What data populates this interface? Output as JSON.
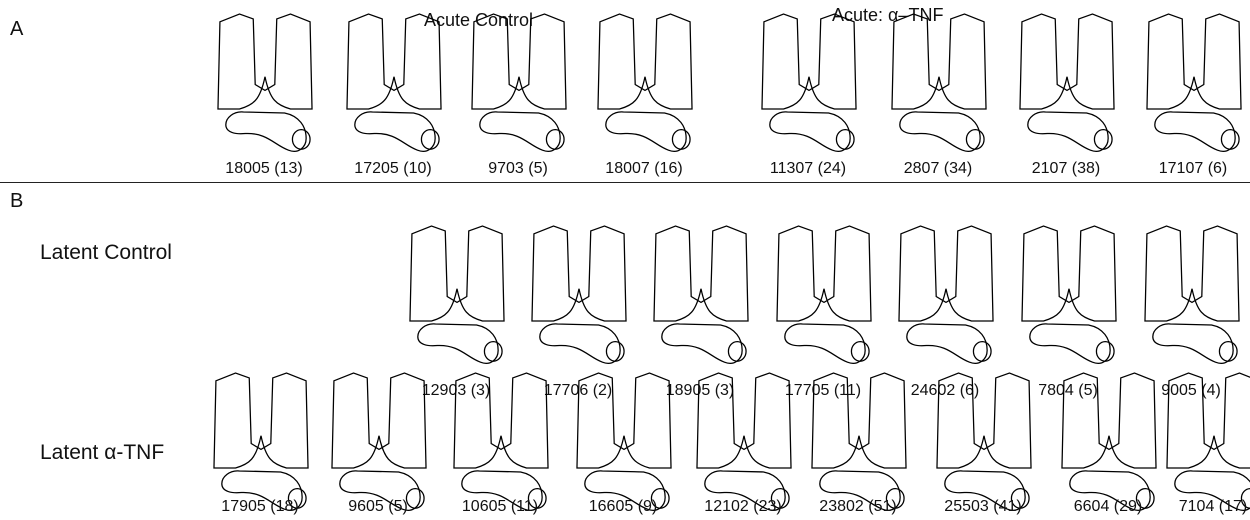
{
  "panel_a": {
    "letter": "A",
    "groups": [
      {
        "title": "Acute Control"
      },
      {
        "title": "Acute: α–TNF"
      }
    ],
    "specimens": [
      {
        "id": "18005 (13)",
        "group": "Acute Control"
      },
      {
        "id": "17205 (10)",
        "group": "Acute Control"
      },
      {
        "id": "9703 (5)",
        "group": "Acute Control"
      },
      {
        "id": "18007 (16)",
        "group": "Acute Control"
      },
      {
        "id": "11307 (24)",
        "group": "Acute: α–TNF"
      },
      {
        "id": "2807 (34)",
        "group": "Acute: α–TNF"
      },
      {
        "id": "2107 (38)",
        "group": "Acute: α–TNF"
      },
      {
        "id": "17107 (6)",
        "group": "Acute: α–TNF"
      }
    ]
  },
  "panel_b": {
    "letter": "B",
    "rows": [
      {
        "label": "Latent Control",
        "specimens": [
          {
            "id": "12903 (3)"
          },
          {
            "id": "17706 (2)"
          },
          {
            "id": "18905 (3)"
          },
          {
            "id": "17705 (11)"
          },
          {
            "id": "24602 (6)"
          },
          {
            "id": "7804 (5)"
          },
          {
            "id": "9005 (4)"
          }
        ]
      },
      {
        "label": "Latent α-TNF",
        "specimens": [
          {
            "id": "17905 (18)"
          },
          {
            "id": "9605 (5)"
          },
          {
            "id": "10605 (11)"
          },
          {
            "id": "16605 (9)"
          },
          {
            "id": "12102 (23)"
          },
          {
            "id": "23802 (51)"
          },
          {
            "id": "25503 (41)"
          },
          {
            "id": "6604 (29)"
          },
          {
            "id": "7104 (17)"
          }
        ]
      }
    ]
  }
}
